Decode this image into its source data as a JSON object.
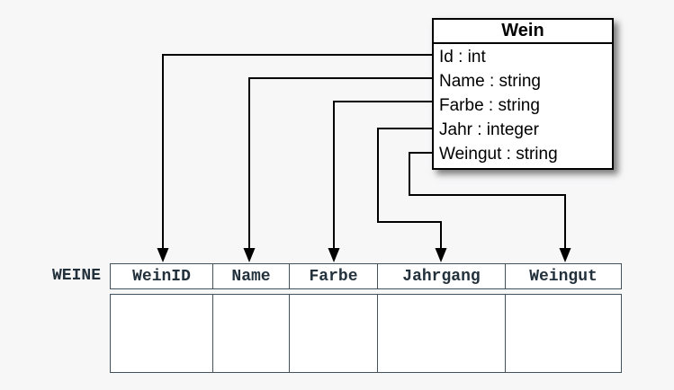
{
  "diagram": {
    "class_box": {
      "title": "Wein",
      "attributes": [
        "Id : int",
        "Name : string",
        "Farbe : string",
        "Jahr : integer",
        "Weingut : string"
      ]
    },
    "table": {
      "label": "WEINE",
      "columns": [
        "WeinID",
        "Name",
        "Farbe",
        "Jahrgang",
        "Weingut"
      ],
      "body_row_count": 1
    },
    "mappings": [
      {
        "from": "Id",
        "to": "WeinID"
      },
      {
        "from": "Name",
        "to": "Name"
      },
      {
        "from": "Farbe",
        "to": "Farbe"
      },
      {
        "from": "Jahr",
        "to": "Jahrgang"
      },
      {
        "from": "Weingut",
        "to": "Weingut"
      }
    ],
    "colors": {
      "background": "#f7f7f8",
      "box_border": "#000000",
      "box_text": "#000000",
      "table_border": "#42525c",
      "table_text": "#22313c",
      "connector": "#000000"
    }
  }
}
